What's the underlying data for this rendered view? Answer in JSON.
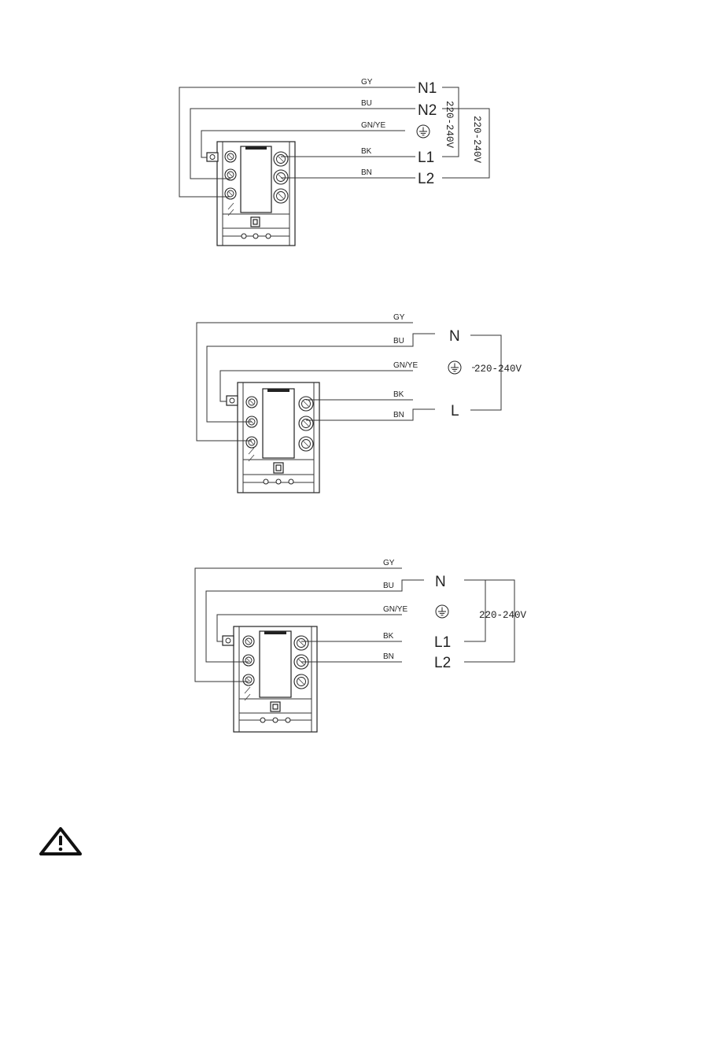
{
  "diagrams": [
    {
      "id": "two-phase",
      "wires": [
        {
          "label": "GY"
        },
        {
          "label": "BU"
        },
        {
          "label": "GN/YE"
        },
        {
          "label": "BK"
        },
        {
          "label": "BN"
        }
      ],
      "terminals": [
        "N1",
        "N2",
        "L1",
        "L2"
      ],
      "voltages": [
        "220-240V",
        "220-240V"
      ]
    },
    {
      "id": "single-phase",
      "wires": [
        {
          "label": "GY"
        },
        {
          "label": "BU"
        },
        {
          "label": "GN/YE"
        },
        {
          "label": "BK"
        },
        {
          "label": "BN"
        }
      ],
      "terminals": [
        "N",
        "L"
      ],
      "voltages": [
        "220-240V"
      ]
    },
    {
      "id": "two-phase-common-neutral",
      "wires": [
        {
          "label": "GY"
        },
        {
          "label": "BU"
        },
        {
          "label": "GN/YE"
        },
        {
          "label": "BK"
        },
        {
          "label": "BN"
        }
      ],
      "terminals": [
        "N",
        "L1",
        "L2"
      ],
      "voltages": [
        "220-240V"
      ]
    }
  ],
  "icons": {
    "ground": "ground-symbol-icon",
    "warning": "warning-triangle-icon"
  }
}
